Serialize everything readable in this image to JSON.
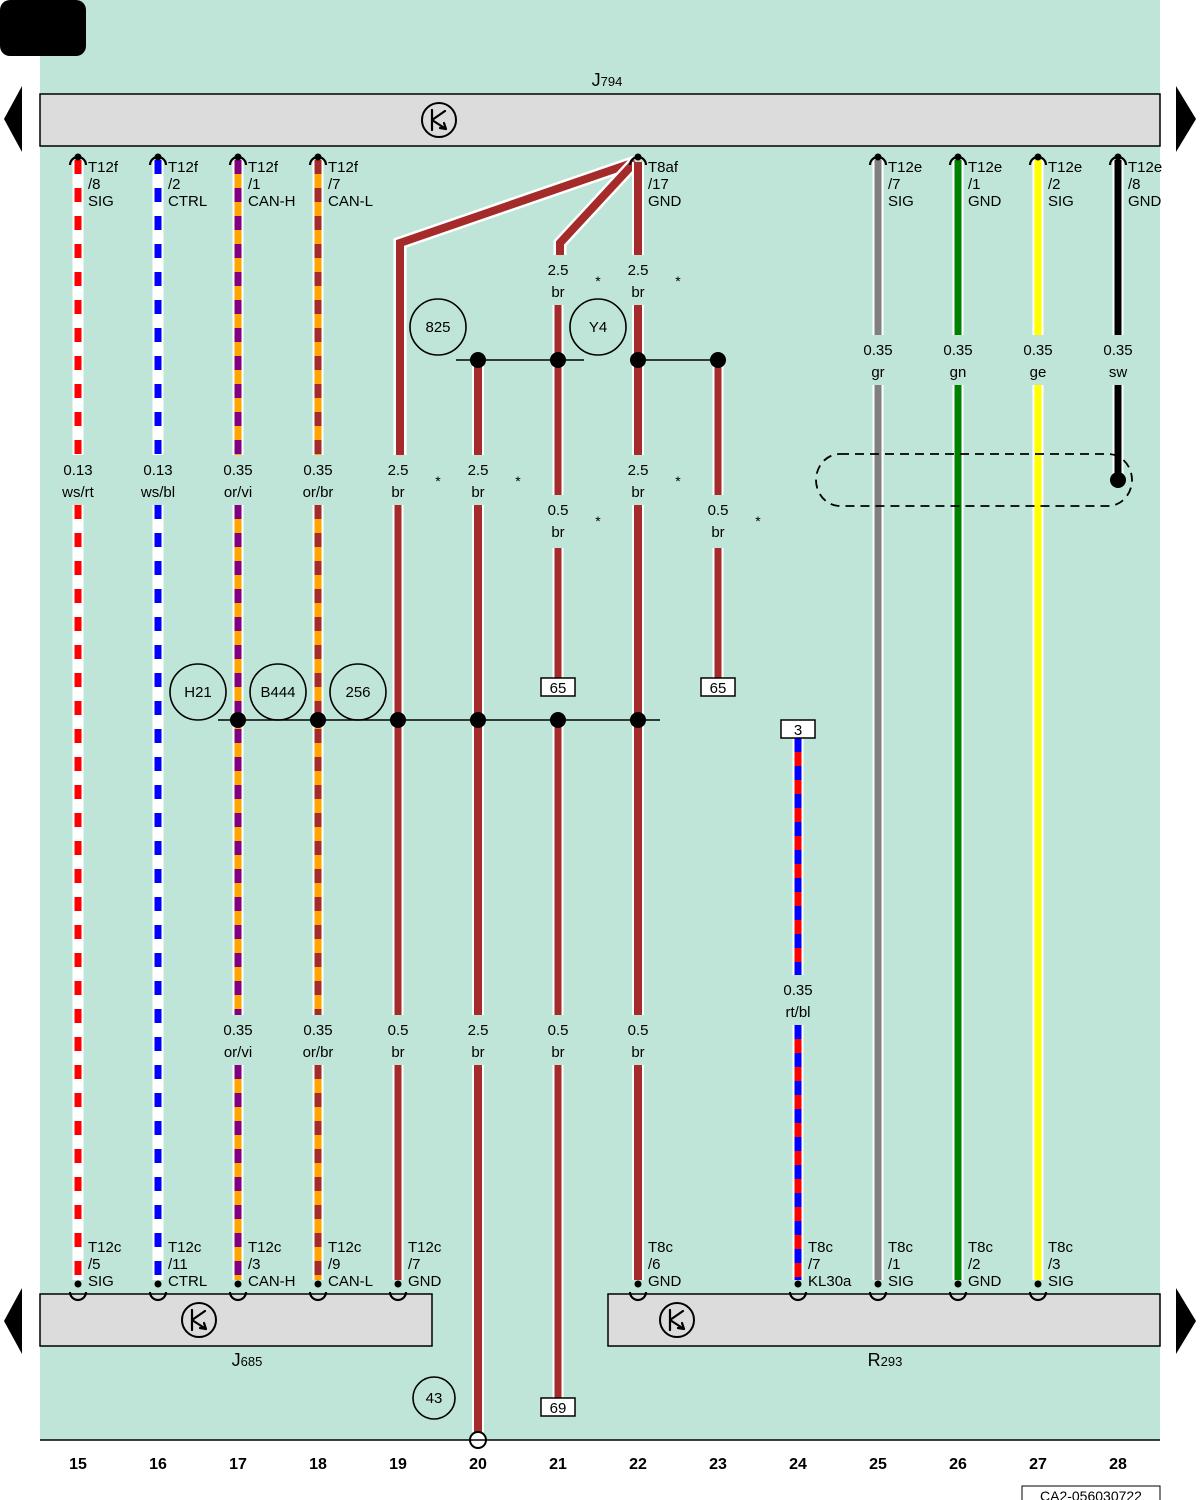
{
  "page_tab": "",
  "doc_id": "CA2-056030722",
  "components": {
    "top": {
      "name": "J",
      "sub": "794"
    },
    "bottom_left": {
      "name": "J",
      "sub": "685"
    },
    "bottom_right": {
      "name": "R",
      "sub": "293"
    }
  },
  "columns": [
    "15",
    "16",
    "17",
    "18",
    "19",
    "20",
    "21",
    "22",
    "23",
    "24",
    "25",
    "26",
    "27",
    "28"
  ],
  "wire_colors": {
    "ws": "#ffffff",
    "rt": "#ff0000",
    "bl": "#0000ff",
    "or": "#ffa500",
    "vi": "#800080",
    "br": "#a52a2a",
    "gr": "#808080",
    "gn": "#008000",
    "ge": "#ffff00",
    "sw": "#000000"
  },
  "background_color": "#bfe5d8",
  "top_pins": [
    {
      "col": "15",
      "conn": "T12f",
      "pin": "/8",
      "sig": "SIG"
    },
    {
      "col": "16",
      "conn": "T12f",
      "pin": "/2",
      "sig": "CTRL"
    },
    {
      "col": "17",
      "conn": "T12f",
      "pin": "/1",
      "sig": "CAN-H"
    },
    {
      "col": "18",
      "conn": "T12f",
      "pin": "/7",
      "sig": "CAN-L"
    },
    {
      "col": "22",
      "conn": "T8af",
      "pin": "/17",
      "sig": "GND"
    },
    {
      "col": "25",
      "conn": "T12e",
      "pin": "/7",
      "sig": "SIG"
    },
    {
      "col": "26",
      "conn": "T12e",
      "pin": "/1",
      "sig": "GND"
    },
    {
      "col": "27",
      "conn": "T12e",
      "pin": "/2",
      "sig": "SIG"
    },
    {
      "col": "28",
      "conn": "T12e",
      "pin": "/8",
      "sig": "GND"
    }
  ],
  "bottom_pins": [
    {
      "col": "15",
      "conn": "T12c",
      "pin": "/5",
      "sig": "SIG"
    },
    {
      "col": "16",
      "conn": "T12c",
      "pin": "/11",
      "sig": "CTRL"
    },
    {
      "col": "17",
      "conn": "T12c",
      "pin": "/3",
      "sig": "CAN-H"
    },
    {
      "col": "18",
      "conn": "T12c",
      "pin": "/9",
      "sig": "CAN-L"
    },
    {
      "col": "19",
      "conn": "T12c",
      "pin": "/7",
      "sig": "GND"
    },
    {
      "col": "22",
      "conn": "T8c",
      "pin": "/6",
      "sig": "GND"
    },
    {
      "col": "24",
      "conn": "T8c",
      "pin": "/7",
      "sig": "KL30a"
    },
    {
      "col": "25",
      "conn": "T8c",
      "pin": "/1",
      "sig": "SIG"
    },
    {
      "col": "26",
      "conn": "T8c",
      "pin": "/2",
      "sig": "GND"
    },
    {
      "col": "27",
      "conn": "T8c",
      "pin": "/3",
      "sig": "SIG"
    }
  ],
  "wire_labels": [
    {
      "col": "15",
      "size": "0.13",
      "color": "ws/rt",
      "row": "mid"
    },
    {
      "col": "16",
      "size": "0.13",
      "color": "ws/bl",
      "row": "mid"
    },
    {
      "col": "17",
      "size": "0.35",
      "color": "or/vi",
      "row": "mid"
    },
    {
      "col": "18",
      "size": "0.35",
      "color": "or/br",
      "row": "mid"
    },
    {
      "col": "19",
      "size": "2.5",
      "color": "br",
      "row": "mid",
      "star": true
    },
    {
      "col": "20",
      "size": "2.5",
      "color": "br",
      "row": "mid",
      "star": true
    },
    {
      "col": "22",
      "size": "2.5",
      "color": "br",
      "row": "mid",
      "star": true
    },
    {
      "col": "21",
      "size": "2.5",
      "color": "br",
      "row": "top",
      "star": true
    },
    {
      "col": "22",
      "size": "2.5",
      "color": "br",
      "row": "top",
      "star": true
    },
    {
      "col": "21",
      "size": "0.5",
      "color": "br",
      "row": "mid2",
      "star": true
    },
    {
      "col": "23",
      "size": "0.5",
      "color": "br",
      "row": "mid2",
      "star": true
    },
    {
      "col": "25",
      "size": "0.35",
      "color": "gr",
      "row": "upper"
    },
    {
      "col": "26",
      "size": "0.35",
      "color": "gn",
      "row": "upper"
    },
    {
      "col": "27",
      "size": "0.35",
      "color": "ge",
      "row": "upper"
    },
    {
      "col": "28",
      "size": "0.35",
      "color": "sw",
      "row": "upper"
    },
    {
      "col": "17",
      "size": "0.35",
      "color": "or/vi",
      "row": "low"
    },
    {
      "col": "18",
      "size": "0.35",
      "color": "or/br",
      "row": "low"
    },
    {
      "col": "19",
      "size": "0.5",
      "color": "br",
      "row": "low"
    },
    {
      "col": "20",
      "size": "2.5",
      "color": "br",
      "row": "low"
    },
    {
      "col": "21",
      "size": "0.5",
      "color": "br",
      "row": "low"
    },
    {
      "col": "22",
      "size": "0.5",
      "color": "br",
      "row": "low"
    },
    {
      "col": "24",
      "size": "0.35",
      "color": "rt/bl",
      "row": "r24"
    }
  ],
  "junction_circles": [
    {
      "id": "825",
      "col": "19.5",
      "row": "y825"
    },
    {
      "id": "Y4",
      "col": "21.5",
      "row": "y825"
    },
    {
      "id": "H21",
      "col": "16.5",
      "row": "y256"
    },
    {
      "id": "B444",
      "col": "17.5",
      "row": "y256"
    },
    {
      "id": "256",
      "col": "18.5",
      "row": "y256"
    },
    {
      "id": "43",
      "col": "19.45",
      "row": "y43"
    }
  ],
  "ref_boxes": [
    {
      "id": "65",
      "col": "21",
      "row": "y65"
    },
    {
      "id": "65",
      "col": "23",
      "row": "y65"
    },
    {
      "id": "3",
      "col": "24",
      "row": "y3"
    },
    {
      "id": "69",
      "col": "21",
      "row": "y69"
    }
  ]
}
